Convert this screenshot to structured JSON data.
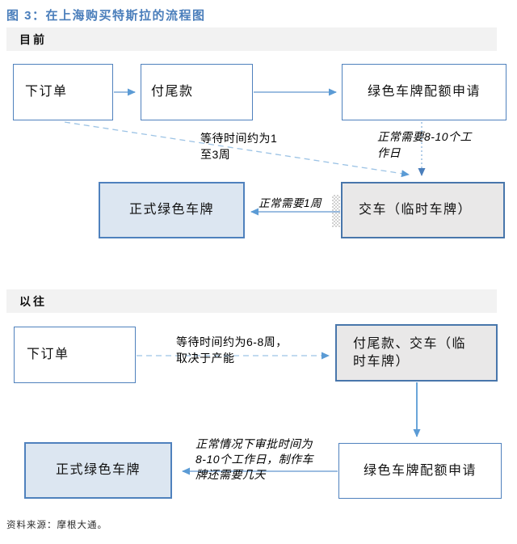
{
  "title": "图 3：在上海购买特斯拉的流程图",
  "source_note": "资料来源：摩根大通。",
  "colors": {
    "title_blue": "#4a7ebb",
    "box_border_blue": "#4f81bd",
    "light_blue_fill": "#dce6f1",
    "gray_fill": "#e9e8e8",
    "band_gray": "#f2f2f2",
    "solid_arrow": "#7ba7d7",
    "dashed_arrow": "#9cc3e5",
    "arrowhead": "#4a7ebb"
  },
  "current": {
    "header": "目前",
    "nodes": {
      "order": "下订单",
      "pay_balance": "付尾款",
      "quota_apply": "绿色车牌配额申请",
      "official_plate": "正式绿色车牌",
      "delivery": "交车（临时车牌）"
    },
    "annotations": {
      "wait_1_3_weeks": "等待时间约为1\n至3周",
      "need_8_10_days": "正常需要8-10个工\n作日",
      "need_1_week": "正常需要1周"
    },
    "edges": [
      {
        "from": "下订单",
        "to": "付尾款",
        "style": "solid",
        "label": ""
      },
      {
        "from": "付尾款",
        "to": "绿色车牌配额申请",
        "style": "solid",
        "label": ""
      },
      {
        "from": "绿色车牌配额申请",
        "to": "交车（临时车牌）",
        "style": "dotted",
        "label": "正常需要8-10个工作日"
      },
      {
        "from": "下订单",
        "to": "交车（临时车牌）",
        "style": "dashed",
        "label": "等待时间约为1至3周"
      },
      {
        "from": "交车（临时车牌）",
        "to": "正式绿色车牌",
        "style": "solid",
        "label": "正常需要1周"
      }
    ]
  },
  "past": {
    "header": "以往",
    "nodes": {
      "order": "下订单",
      "pay_and_delivery": "付尾款、交车（临时车牌）",
      "quota_apply": "绿色车牌配额申请",
      "official_plate": "正式绿色车牌"
    },
    "annotations": {
      "wait_6_8_weeks": "等待时间约为6-8周，\n取决于产能",
      "approval_time": "正常情况下审批时间为\n8-10个工作日，制作车\n牌还需要几天"
    },
    "edges": [
      {
        "from": "下订单",
        "to": "付尾款、交车（临时车牌）",
        "style": "dashed",
        "label": "等待时间约为6-8周，取决于产能"
      },
      {
        "from": "付尾款、交车（临时车牌）",
        "to": "绿色车牌配额申请",
        "style": "solid",
        "label": ""
      },
      {
        "from": "绿色车牌配额申请",
        "to": "正式绿色车牌",
        "style": "solid",
        "label": "正常情况下审批时间为8-10个工作日，制作车牌还需要几天"
      }
    ]
  }
}
